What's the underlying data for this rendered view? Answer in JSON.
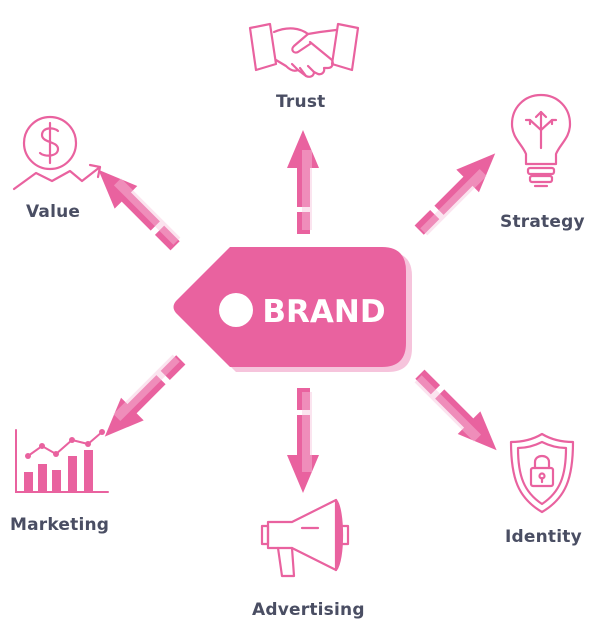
{
  "center": {
    "label": "BRAND"
  },
  "nodes": {
    "trust": {
      "label": "Trust"
    },
    "value": {
      "label": "Value"
    },
    "strategy": {
      "label": "Strategy"
    },
    "marketing": {
      "label": "Marketing"
    },
    "advertising": {
      "label": "Advertising"
    },
    "identity": {
      "label": "Identity"
    }
  },
  "icons": {
    "trust": "handshake-icon",
    "value": "dollar-coin-icon",
    "strategy": "lightbulb-icon",
    "marketing": "bar-chart-icon",
    "advertising": "megaphone-icon",
    "identity": "shield-lock-icon"
  },
  "colors": {
    "accent": "#e9629f",
    "accent_light": "#f6c4dc",
    "text": "#4a4e63"
  }
}
